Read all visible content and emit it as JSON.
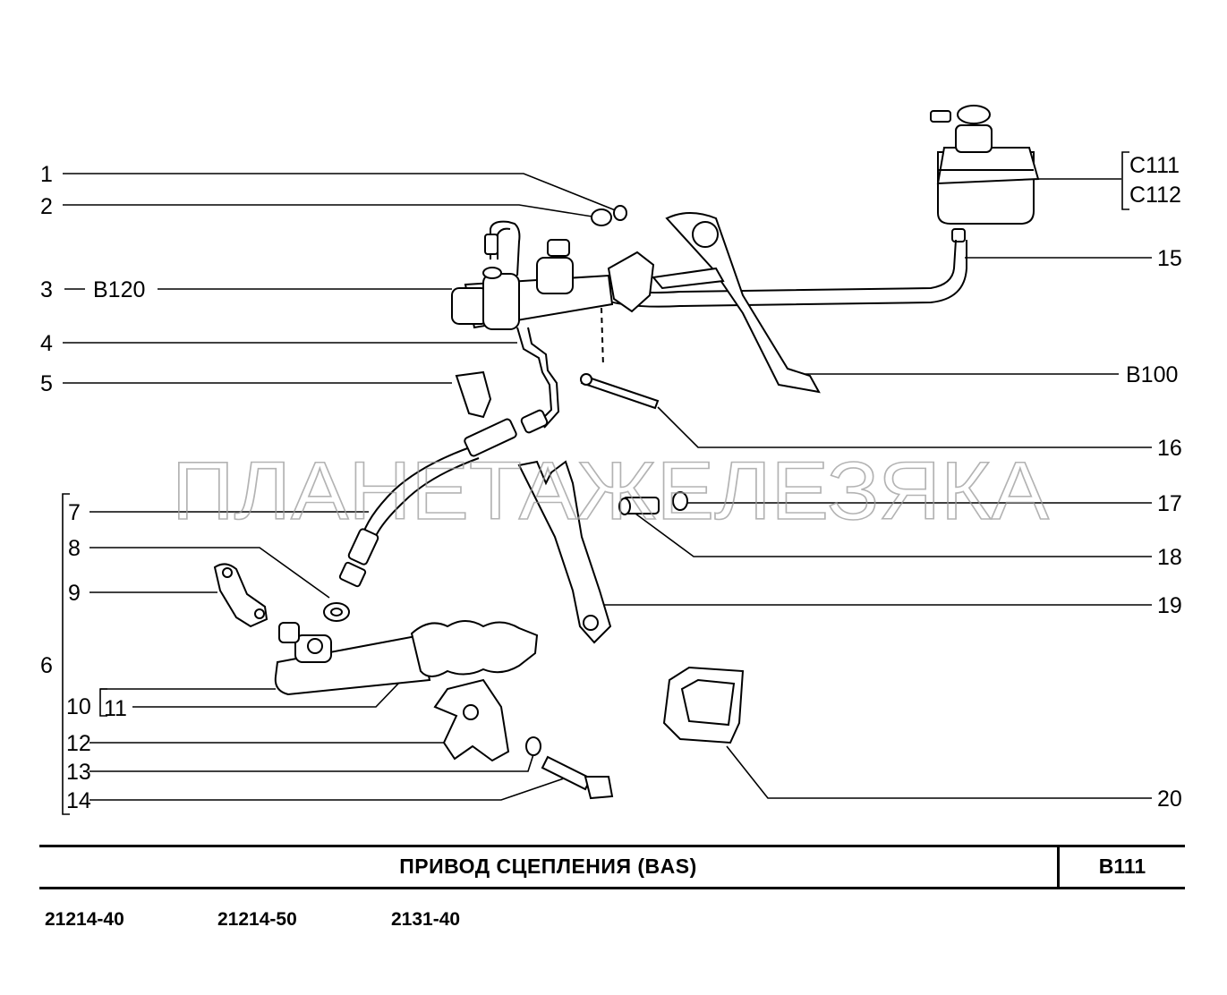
{
  "title": "ПРИВОД  СЦЕПЛЕНИЯ  (BAS)",
  "code": "B111",
  "models": [
    "21214-40",
    "21214-50",
    "2131-40"
  ],
  "watermark": "ПЛАНЕТАЖЕЛЕЗЯКА",
  "callouts": {
    "n1": "1",
    "n2": "2",
    "n3": "3",
    "n4": "4",
    "n5": "5",
    "n6": "6",
    "n7": "7",
    "n8": "8",
    "n9": "9",
    "n10": "10",
    "n11": "11",
    "n12": "12",
    "n13": "13",
    "n14": "14",
    "n15": "15",
    "n16": "16",
    "n17": "17",
    "n18": "18",
    "n19": "19",
    "n20": "20"
  },
  "refs": {
    "b120": "B120",
    "b100": "B100",
    "c111": "C111",
    "c112": "C112"
  }
}
